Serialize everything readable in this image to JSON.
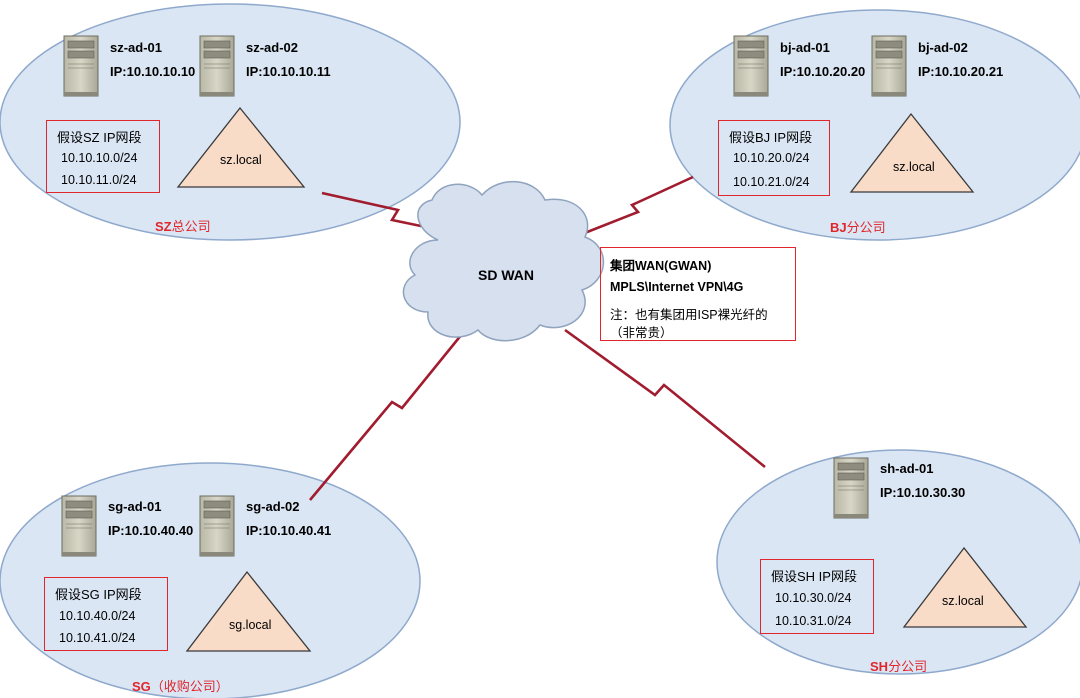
{
  "cloud": {
    "label": "SD WAN"
  },
  "wan_note": {
    "line1": "集团WAN(GWAN)",
    "line2": "MPLS\\Internet VPN\\4G",
    "line3": "注：也有集团用ISP裸光纤的",
    "line4": "（非常贵）"
  },
  "sites": {
    "sz": {
      "servers": [
        {
          "name": "sz-ad-01",
          "ip": "IP:10.10.10.10"
        },
        {
          "name": "sz-ad-02",
          "ip": "IP:10.10.10.11"
        }
      ],
      "ip_box": {
        "title": "假设SZ IP网段",
        "ranges": [
          "10.10.10.0/24",
          "10.10.11.0/24"
        ]
      },
      "domain": "sz.local",
      "name_code": "SZ",
      "name_rest": "总公司"
    },
    "bj": {
      "servers": [
        {
          "name": "bj-ad-01",
          "ip": "IP:10.10.20.20"
        },
        {
          "name": "bj-ad-02",
          "ip": "IP:10.10.20.21"
        }
      ],
      "ip_box": {
        "title": "假设BJ IP网段",
        "ranges": [
          "10.10.20.0/24",
          "10.10.21.0/24"
        ]
      },
      "domain": "sz.local",
      "name_code": "BJ",
      "name_rest": "分公司"
    },
    "sg": {
      "servers": [
        {
          "name": "sg-ad-01",
          "ip": "IP:10.10.40.40"
        },
        {
          "name": "sg-ad-02",
          "ip": "IP:10.10.40.41"
        }
      ],
      "ip_box": {
        "title": "假设SG IP网段",
        "ranges": [
          "10.10.40.0/24",
          "10.10.41.0/24"
        ]
      },
      "domain": "sg.local",
      "name_code": "SG",
      "name_rest": "（收购公司）"
    },
    "sh": {
      "servers": [
        {
          "name": "sh-ad-01",
          "ip": "IP:10.10.30.30"
        }
      ],
      "ip_box": {
        "title": "假设SH IP网段",
        "ranges": [
          "10.10.30.0/24",
          "10.10.31.0/24"
        ]
      },
      "domain": "sz.local",
      "name_code": "SH",
      "name_rest": "分公司"
    }
  },
  "colors": {
    "ellipse_fill": "#dbe6f4",
    "ellipse_stroke": "#8fa9cc",
    "link": "#a01c2e",
    "box_border": "#e0262c",
    "triangle_fill": "#f9dcc8",
    "site_name": "#e0262c",
    "cloud_fill": "#d6e0ee"
  }
}
